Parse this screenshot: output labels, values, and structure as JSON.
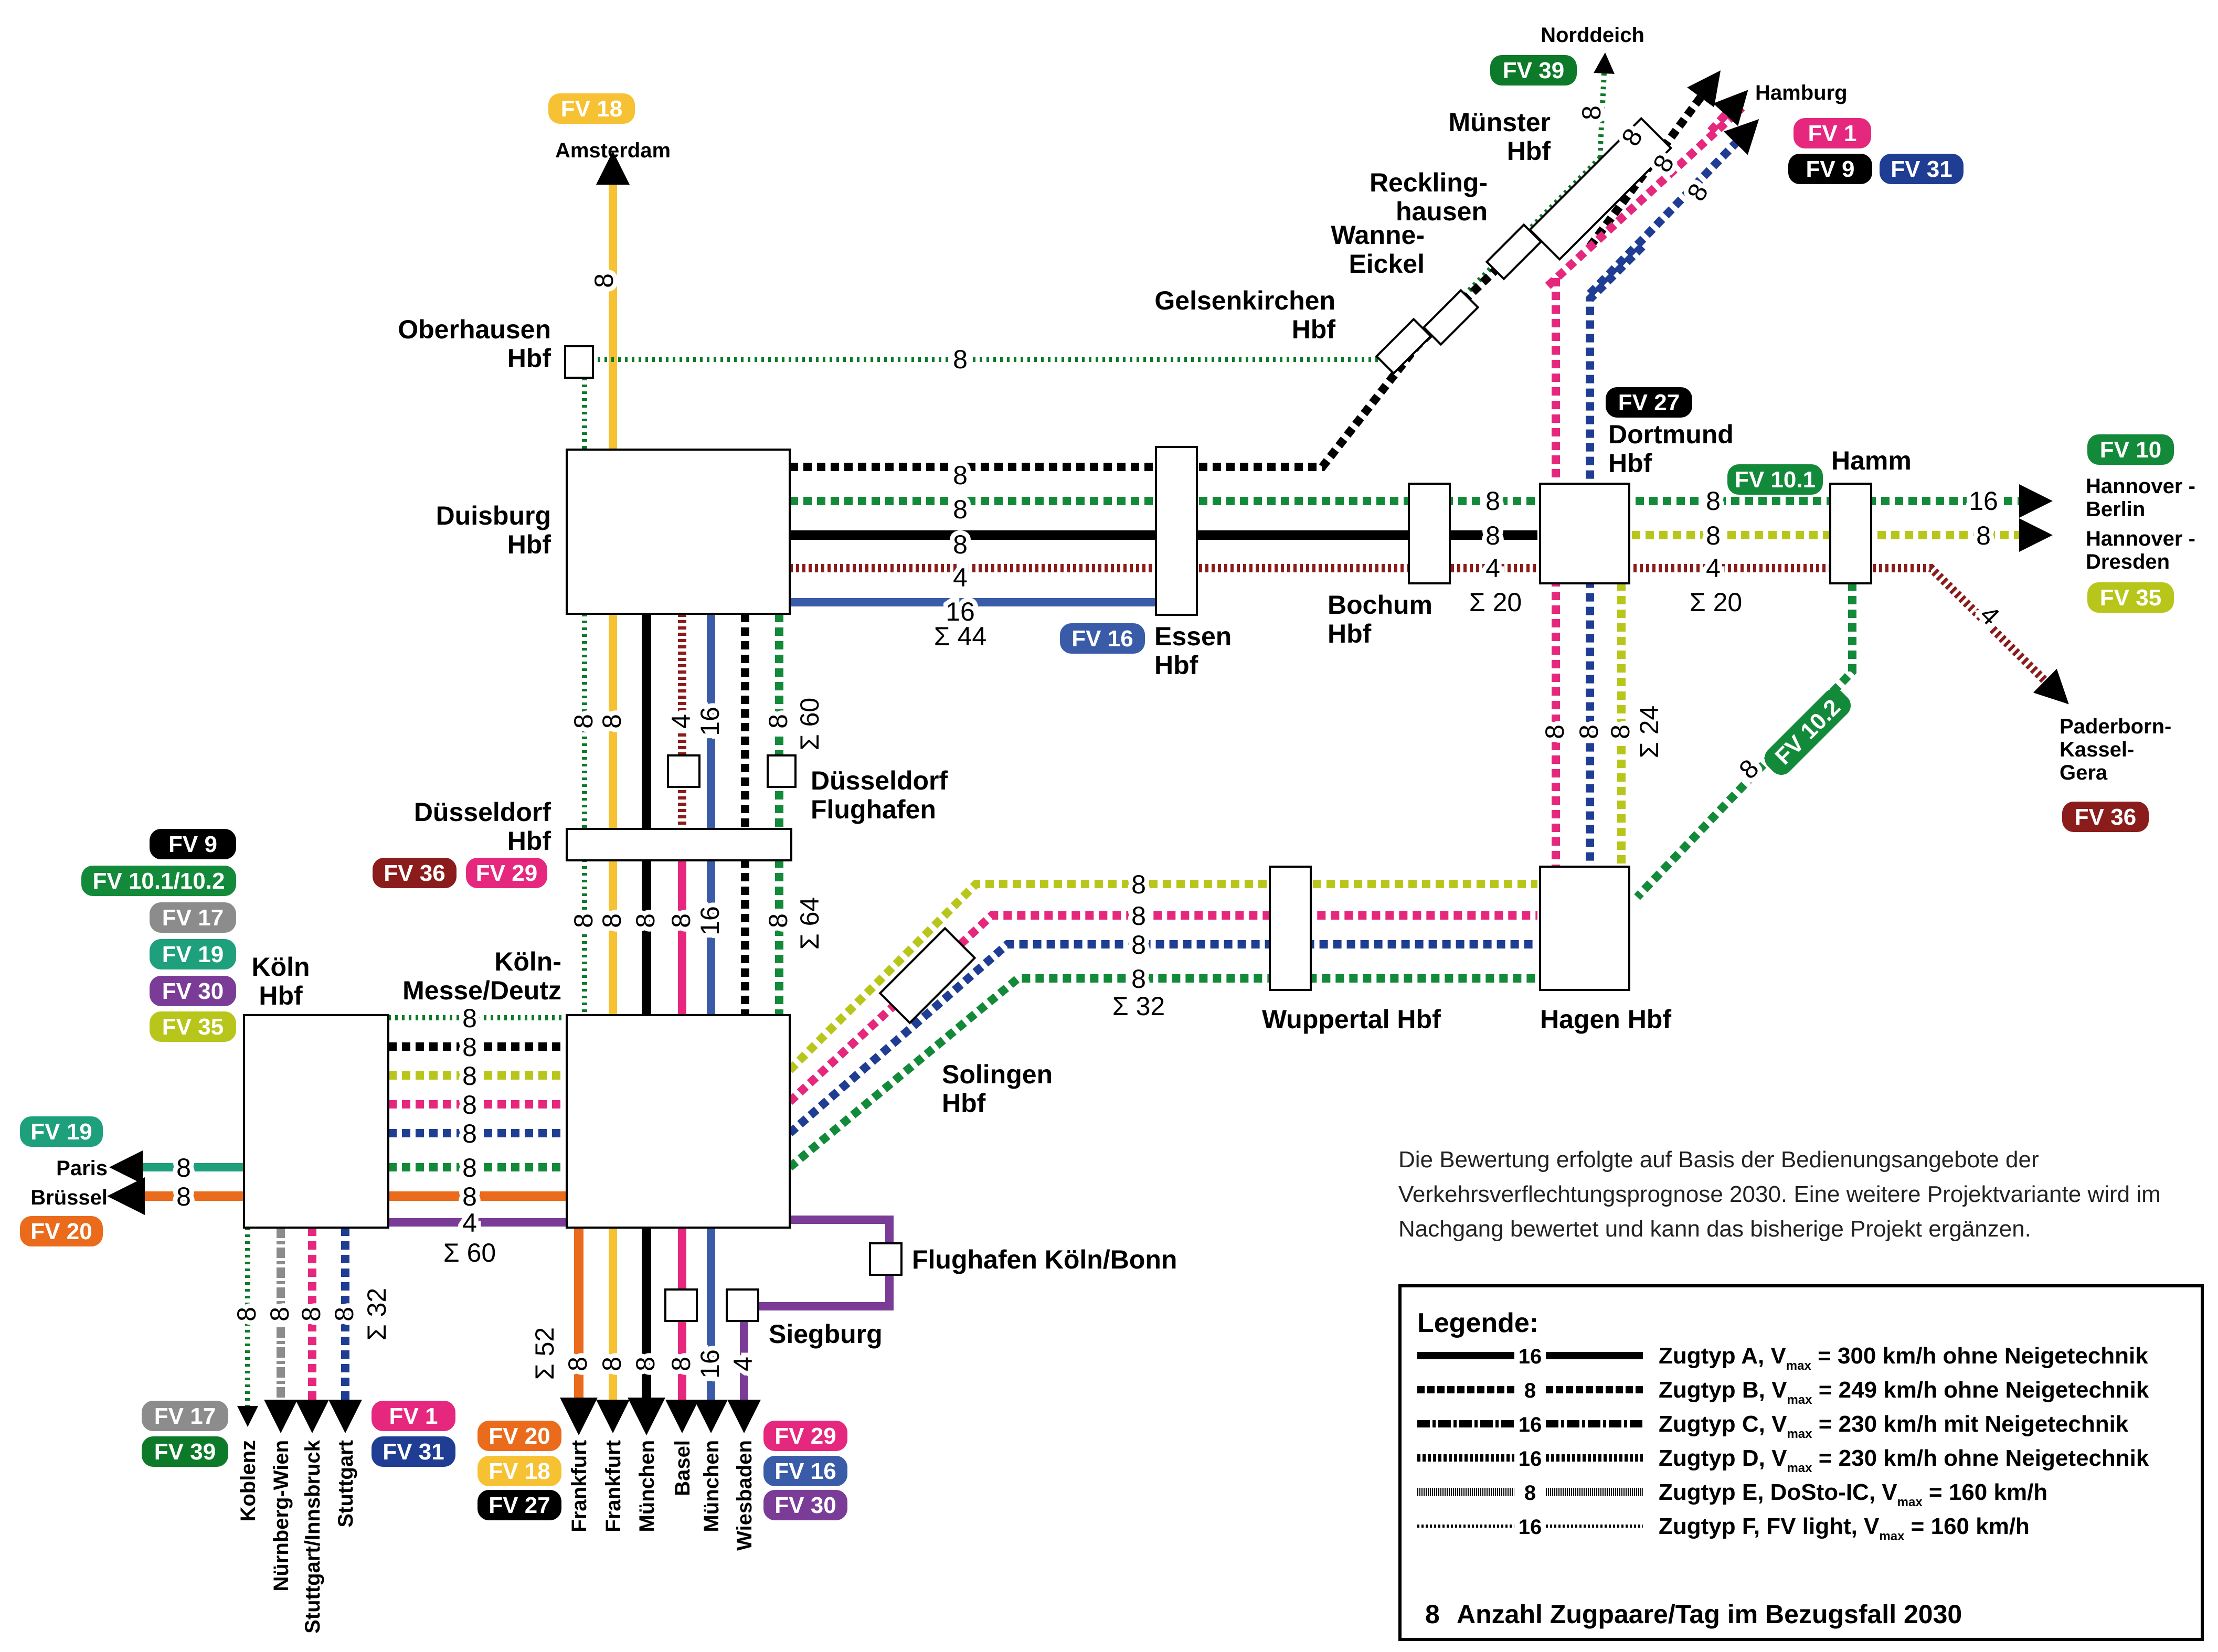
{
  "colors": {
    "fv1": "#e6277e",
    "fv9": "#000000",
    "fv10": "#138a3a",
    "fv16": "#3a5ca8",
    "fv17": "#8c8c8c",
    "fv18": "#f6c233",
    "fv19": "#1fa07c",
    "fv20": "#ea6b1c",
    "fv27": "#000000",
    "fv29": "#e6277e",
    "fv30": "#7b3c97",
    "fv31": "#1f3d93",
    "fv35": "#b8c61c",
    "fv36": "#8b1c1c",
    "fv39": "#0d7a2a"
  },
  "stations": {
    "duisburg": "Duisburg\nHbf",
    "essen": "Essen\nHbf",
    "bochum": "Bochum\nHbf",
    "dortmund": "Dortmund\nHbf",
    "hamm": "Hamm",
    "oberhausen": "Oberhausen\nHbf",
    "gelsenkirchen": "Gelsenkirchen\nHbf",
    "wanne": "Wanne-\nEickel",
    "recklinghausen": "Reckling-\nhausen",
    "muenster": "Münster\nHbf",
    "duesseldorf": "Düsseldorf\nHbf",
    "duesseldorf_flughafen": "Düsseldorf\nFlughafen",
    "koeln_hbf": "Köln\nHbf",
    "koeln_messe": "Köln-\nMesse/Deutz",
    "solingen": "Solingen\nHbf",
    "wuppertal": "Wuppertal Hbf",
    "hagen": "Hagen Hbf",
    "flughafen_koeln": "Flughafen Köln/Bonn",
    "siegburg": "Siegburg"
  },
  "destinations": {
    "amsterdam": "Amsterdam",
    "norddeich": "Norddeich",
    "hamburg": "Hamburg",
    "hannover_berlin": "Hannover -\nBerlin",
    "hannover_dresden": "Hannover -\nDresden",
    "paderborn": "Paderborn-\nKassel-\nGera",
    "paris": "Paris",
    "bruessel": "Brüssel",
    "bottom": [
      "Koblenz",
      "Nürnberg-Wien",
      "Stuttgart/Innsbruck",
      "Stuttgart",
      "Frankfurt",
      "Frankfurt",
      "München",
      "Basel",
      "München",
      "Wiesbaden"
    ]
  },
  "badges": {
    "fv18": "FV 18",
    "fv39": "FV 39",
    "fv1": "FV 1",
    "fv9": "FV 9",
    "fv31": "FV 31",
    "fv27": "FV 27",
    "fv10_1": "FV 10.1",
    "fv10": "FV 10",
    "fv35": "FV 35",
    "fv16": "FV 16",
    "fv10_2": "FV 10.2",
    "fv36": "FV 36",
    "fv29": "FV 29",
    "fv10_1_10_2": "FV 10.1/10.2",
    "fv17": "FV 17",
    "fv19": "FV 19",
    "fv30": "FV 30",
    "fv20": "FV 20"
  },
  "values": {
    "amsterdam": "8",
    "oberhausen_line": "8",
    "norddeich": "8",
    "hamburg": [
      "8",
      "8",
      "8"
    ],
    "duisburg_east": [
      "8",
      "8",
      "8",
      "4",
      "16"
    ],
    "duisburg_east_sum": "Σ 44",
    "bochum": [
      "8",
      "8",
      "4"
    ],
    "bochum_sum": "Σ 20",
    "dortmund_east": [
      "8",
      "8",
      "4"
    ],
    "dortmund_east_sum": "Σ 20",
    "hamm_east": [
      "16",
      "8"
    ],
    "paderborn": "4",
    "duisburg_south": [
      "8",
      "8",
      "4",
      "16",
      "8"
    ],
    "duisburg_south_sum": "Σ 60",
    "duesseldorf_south": [
      "8",
      "8",
      "8",
      "8",
      "16",
      "8"
    ],
    "duesseldorf_south_sum": "Σ 64",
    "koeln_between": [
      "8",
      "8",
      "8",
      "8",
      "8",
      "8",
      "8",
      "4"
    ],
    "koeln_between_sum": "Σ 60",
    "koeln_hbf_south": [
      "8",
      "8",
      "8",
      "8"
    ],
    "koeln_hbf_south_sum": "Σ 32",
    "messe_south": [
      "8",
      "8",
      "8",
      "8",
      "16",
      "4"
    ],
    "messe_south_sum": "Σ 52",
    "paris": "8",
    "bruessel": "8",
    "solingen_line": [
      "8",
      "8",
      "8",
      "8"
    ],
    "solingen_line_sum": "Σ 32",
    "dortmund_hagen": [
      "8",
      "8",
      "8"
    ],
    "dortmund_hagen_sum": "Σ 24",
    "hagen_hamm": "8"
  },
  "note": "Die Bewertung erfolgte auf Basis der Bedienungsangebote der Verkehrsverflechtungsprognose 2030. Eine weitere Projektvariante wird im Nachgang bewertet und kann das bisherige Projekt ergänzen.",
  "legend": {
    "title": "Legende:",
    "rows": [
      {
        "value": "16",
        "label": "Zugtyp A, V",
        "sub": "max",
        "suffix": " = 300 km/h ohne Neigetechnik"
      },
      {
        "value": "8",
        "label": "Zugtyp B, V",
        "sub": "max",
        "suffix": " = 249 km/h ohne Neigetechnik"
      },
      {
        "value": "16",
        "label": "Zugtyp C, V",
        "sub": "max",
        "suffix": " = 230 km/h mit Neigetechnik"
      },
      {
        "value": "16",
        "label": "Zugtyp D, V",
        "sub": "max",
        "suffix": " = 230 km/h ohne Neigetechnik"
      },
      {
        "value": "8",
        "label": "Zugtyp E, DoSto-IC, V",
        "sub": "max",
        "suffix": " = 160 km/h"
      },
      {
        "value": "16",
        "label": "Zugtyp F, FV light, V",
        "sub": "max",
        "suffix": " = 160 km/h"
      }
    ],
    "footer_value": "8",
    "footer": "Anzahl Zugpaare/Tag im Bezugsfall 2030"
  }
}
